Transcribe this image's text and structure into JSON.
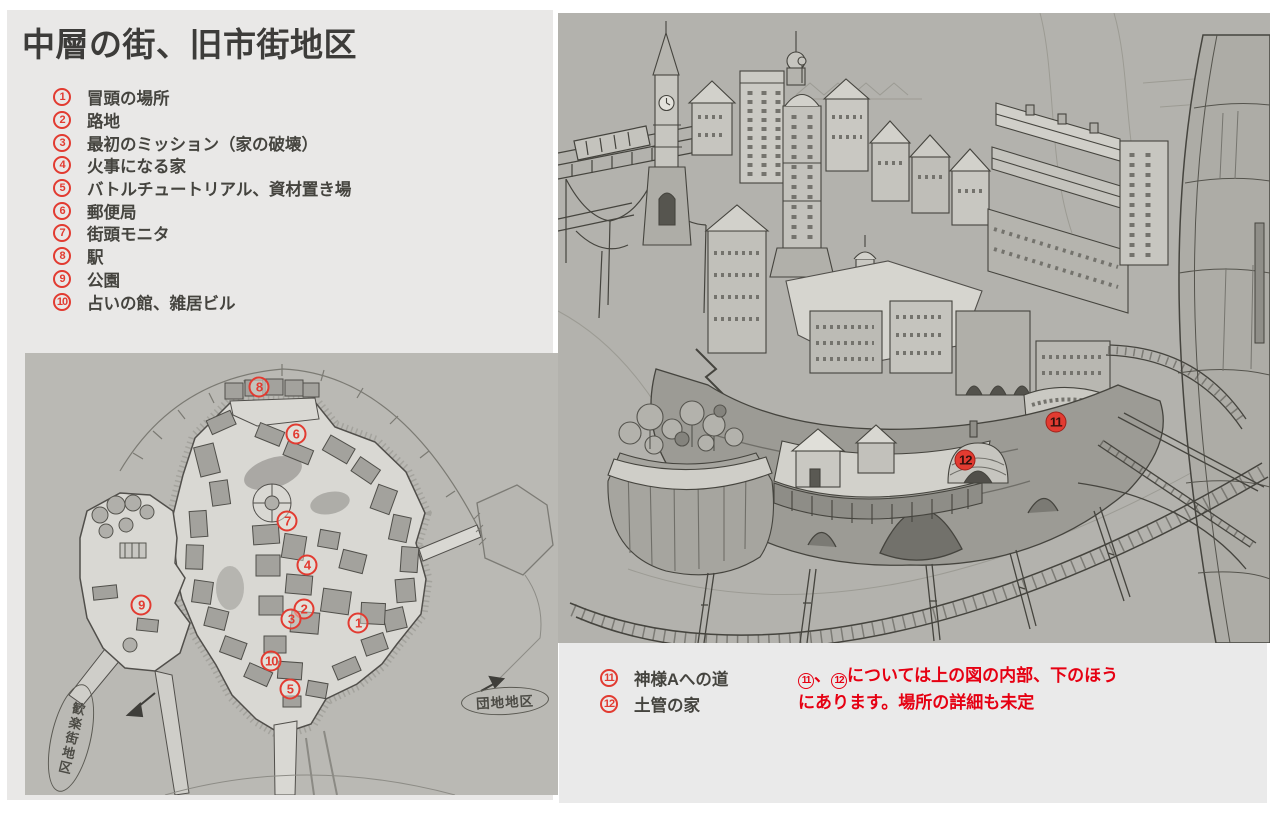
{
  "title": "中層の街、旧市街地区",
  "colors": {
    "marker_red": "#e23b31",
    "note_red": "#e60012"
  },
  "legend": {
    "items": [
      {
        "num": "1",
        "label": "冒頭の場所"
      },
      {
        "num": "2",
        "label": "路地"
      },
      {
        "num": "3",
        "label": "最初のミッション（家の破壊）"
      },
      {
        "num": "4",
        "label": "火事になる家"
      },
      {
        "num": "5",
        "label": "バトルチュートリアル、資材置き場"
      },
      {
        "num": "6",
        "label": "郵便局"
      },
      {
        "num": "7",
        "label": "街頭モニタ"
      },
      {
        "num": "8",
        "label": "駅"
      },
      {
        "num": "9",
        "label": "公園"
      },
      {
        "num": "10",
        "label": "占いの館、雑居ビル"
      }
    ]
  },
  "legend2": {
    "items": [
      {
        "num": "11",
        "label": "神様Aへの道"
      },
      {
        "num": "12",
        "label": "土管の家"
      }
    ]
  },
  "note": {
    "num1": "11",
    "sep": "、",
    "num2": "12",
    "line1": "については上の図の内部、下のほう",
    "line2": "にあります。場所の詳細も未定"
  },
  "map": {
    "markers": [
      {
        "num": "1",
        "x": 62.5,
        "y": 61.1
      },
      {
        "num": "2",
        "x": 52.3,
        "y": 57.9
      },
      {
        "num": "3",
        "x": 49.9,
        "y": 60.2
      },
      {
        "num": "4",
        "x": 52.9,
        "y": 48.0
      },
      {
        "num": "5",
        "x": 49.7,
        "y": 76.0
      },
      {
        "num": "6",
        "x": 50.8,
        "y": 18.3
      },
      {
        "num": "7",
        "x": 49.2,
        "y": 38.0
      },
      {
        "num": "8",
        "x": 43.9,
        "y": 7.7
      },
      {
        "num": "9",
        "x": 21.8,
        "y": 57.0
      },
      {
        "num": "10",
        "x": 46.2,
        "y": 69.7
      }
    ],
    "district_labels": [
      {
        "text": "歓楽街地区"
      },
      {
        "text": "団地地区"
      }
    ]
  },
  "city": {
    "markers": [
      {
        "num": "11",
        "x": 69.9,
        "y": 64.9
      },
      {
        "num": "12",
        "x": 57.2,
        "y": 70.9
      }
    ]
  }
}
